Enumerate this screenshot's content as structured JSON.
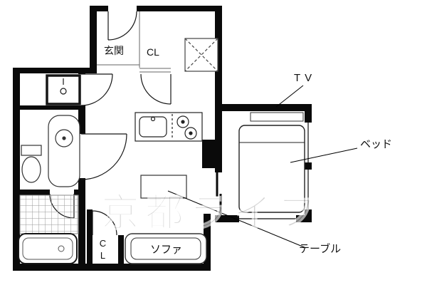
{
  "watermark": "京都ライフ",
  "labels": {
    "entrance": "玄関",
    "closet_top": "CL",
    "closet_bottom": "CL",
    "tv": "TV",
    "bed": "ベッド",
    "table": "テーブル",
    "sofa": "ソファ"
  },
  "colors": {
    "wall": "#0a0a0a",
    "fixture_line": "#333333",
    "watermark": "#b9b9b9",
    "background": "#ffffff"
  }
}
